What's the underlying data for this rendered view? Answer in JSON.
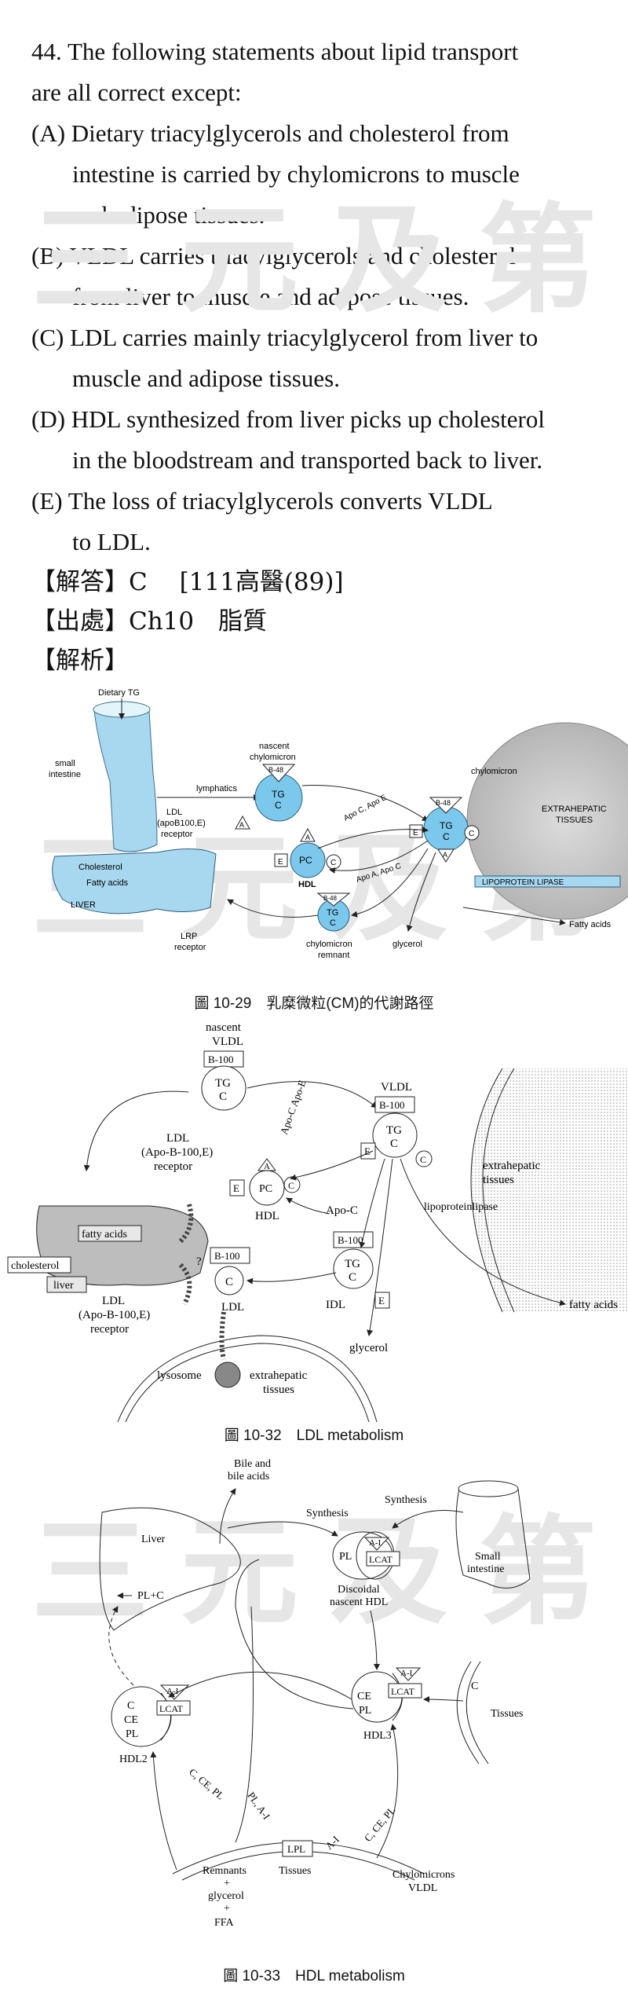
{
  "question": {
    "lines": [
      "44. The following statements about lipid transport",
      "are all correct except:",
      "(A) Dietary triacylglycerols and cholesterol from",
      "intestine is carried by chylomicrons to muscle",
      "and adipose tissues.",
      "(B) VLDL carries triacylglycerols and cholesterol",
      "from liver to muscle and adipose tissues.",
      "(C) LDL carries mainly triacylglycerol from liver to",
      "muscle and adipose tissues.",
      "(D) HDL synthesized from liver picks up cholesterol",
      "in the bloodstream and transported back to liver.",
      "(E) The loss of triacylglycerols converts VLDL",
      "to LDL."
    ]
  },
  "answer": {
    "answer_line": "【解答】C　 [111高醫(89)]",
    "source_line": "【出處】Ch10　脂質",
    "analysis_label": "【解析】"
  },
  "watermark": "三元及第",
  "fig1": {
    "caption": "圖 10-29　乳糜微粒(CM)的代謝路徑",
    "dietary_tg": "Dietary TG",
    "small_intestine_1": "small",
    "small_intestine_2": "intestine",
    "lymphatics": "lymphatics",
    "nascent_1": "nascent",
    "nascent_2": "chylomicron",
    "b48": "B-48",
    "tg": "TG",
    "c": "C",
    "a": "A",
    "e": "E",
    "pc": "PC",
    "hdl": "HDL",
    "apo_ce": "Apo C, Apo E",
    "apo_ac": "Apo A, Apo C",
    "chylomicron": "chylomicron",
    "ldl_rec_1": "LDL",
    "ldl_rec_2": "(apoB100,E)",
    "ldl_rec_3": "receptor",
    "cholesterol": "Cholesterol",
    "fatty_acids": "Fatty acids",
    "liver": "LIVER",
    "lrp_1": "LRP",
    "lrp_2": "receptor",
    "remnant_1": "chylomicron",
    "remnant_2": "remnant",
    "glycerol": "glycerol",
    "lpl": "LIPOPROTEIN LIPASE",
    "extra_1": "EXTRAHEPATIC",
    "extra_2": "TISSUES",
    "fatty_acids_out": "Fatty acids"
  },
  "fig2": {
    "caption": "圖 10-32　LDL metabolism",
    "nascent": "nascent",
    "vldl": "VLDL",
    "b100": "B-100",
    "tg": "TG",
    "c": "C",
    "a": "A",
    "e": "E",
    "pc": "PC",
    "hdl": "HDL",
    "apo_c_e": "Apo-C Apo-E",
    "apo_c": "Apo-C",
    "ldl_rec_1": "LDL",
    "ldl_rec_2": "(Apo-B-100,E)",
    "ldl_rec_3": "receptor",
    "extra_1": "extrahepatic",
    "extra_2": "tissues",
    "lipoprotein_lipase": "lipoproteinlipase",
    "fatty_acids": "fatty acids",
    "cholesterol": "cholesterol",
    "liver": "liver",
    "question": "?",
    "idl": "IDL",
    "ldl": "LDL",
    "glycerol": "glycerol",
    "fatty_acids_out": "fatty acids",
    "lysosome": "lysosome",
    "extra_b1": "extrahepatic",
    "extra_b2": "tissues"
  },
  "fig3": {
    "caption": "圖 10-33　HDL metabolism",
    "bile_1": "Bile and",
    "bile_2": "bile acids",
    "liver": "Liver",
    "synthesis": "Synthesis",
    "pl": "PL",
    "ai": "A-I",
    "lcat": "LCAT",
    "discoidal_1": "Discoidal",
    "discoidal_2": "nascent HDL",
    "small_1": "Small",
    "small_2": "intestine",
    "plc": "PL+C",
    "ce": "CE",
    "c": "C",
    "hdl3": "HDL3",
    "hdl2": "HDL2",
    "tissues": "Tissues",
    "cce": "C, CE, PL",
    "plai": "PL, A-I",
    "lpl": "LPL",
    "remnants_1": "Remnants",
    "remnants_2": "+",
    "remnants_3": "glycerol",
    "remnants_4": "+",
    "remnants_5": "FFA",
    "chylo_1": "Chylomicrons",
    "chylo_2": "VLDL"
  }
}
